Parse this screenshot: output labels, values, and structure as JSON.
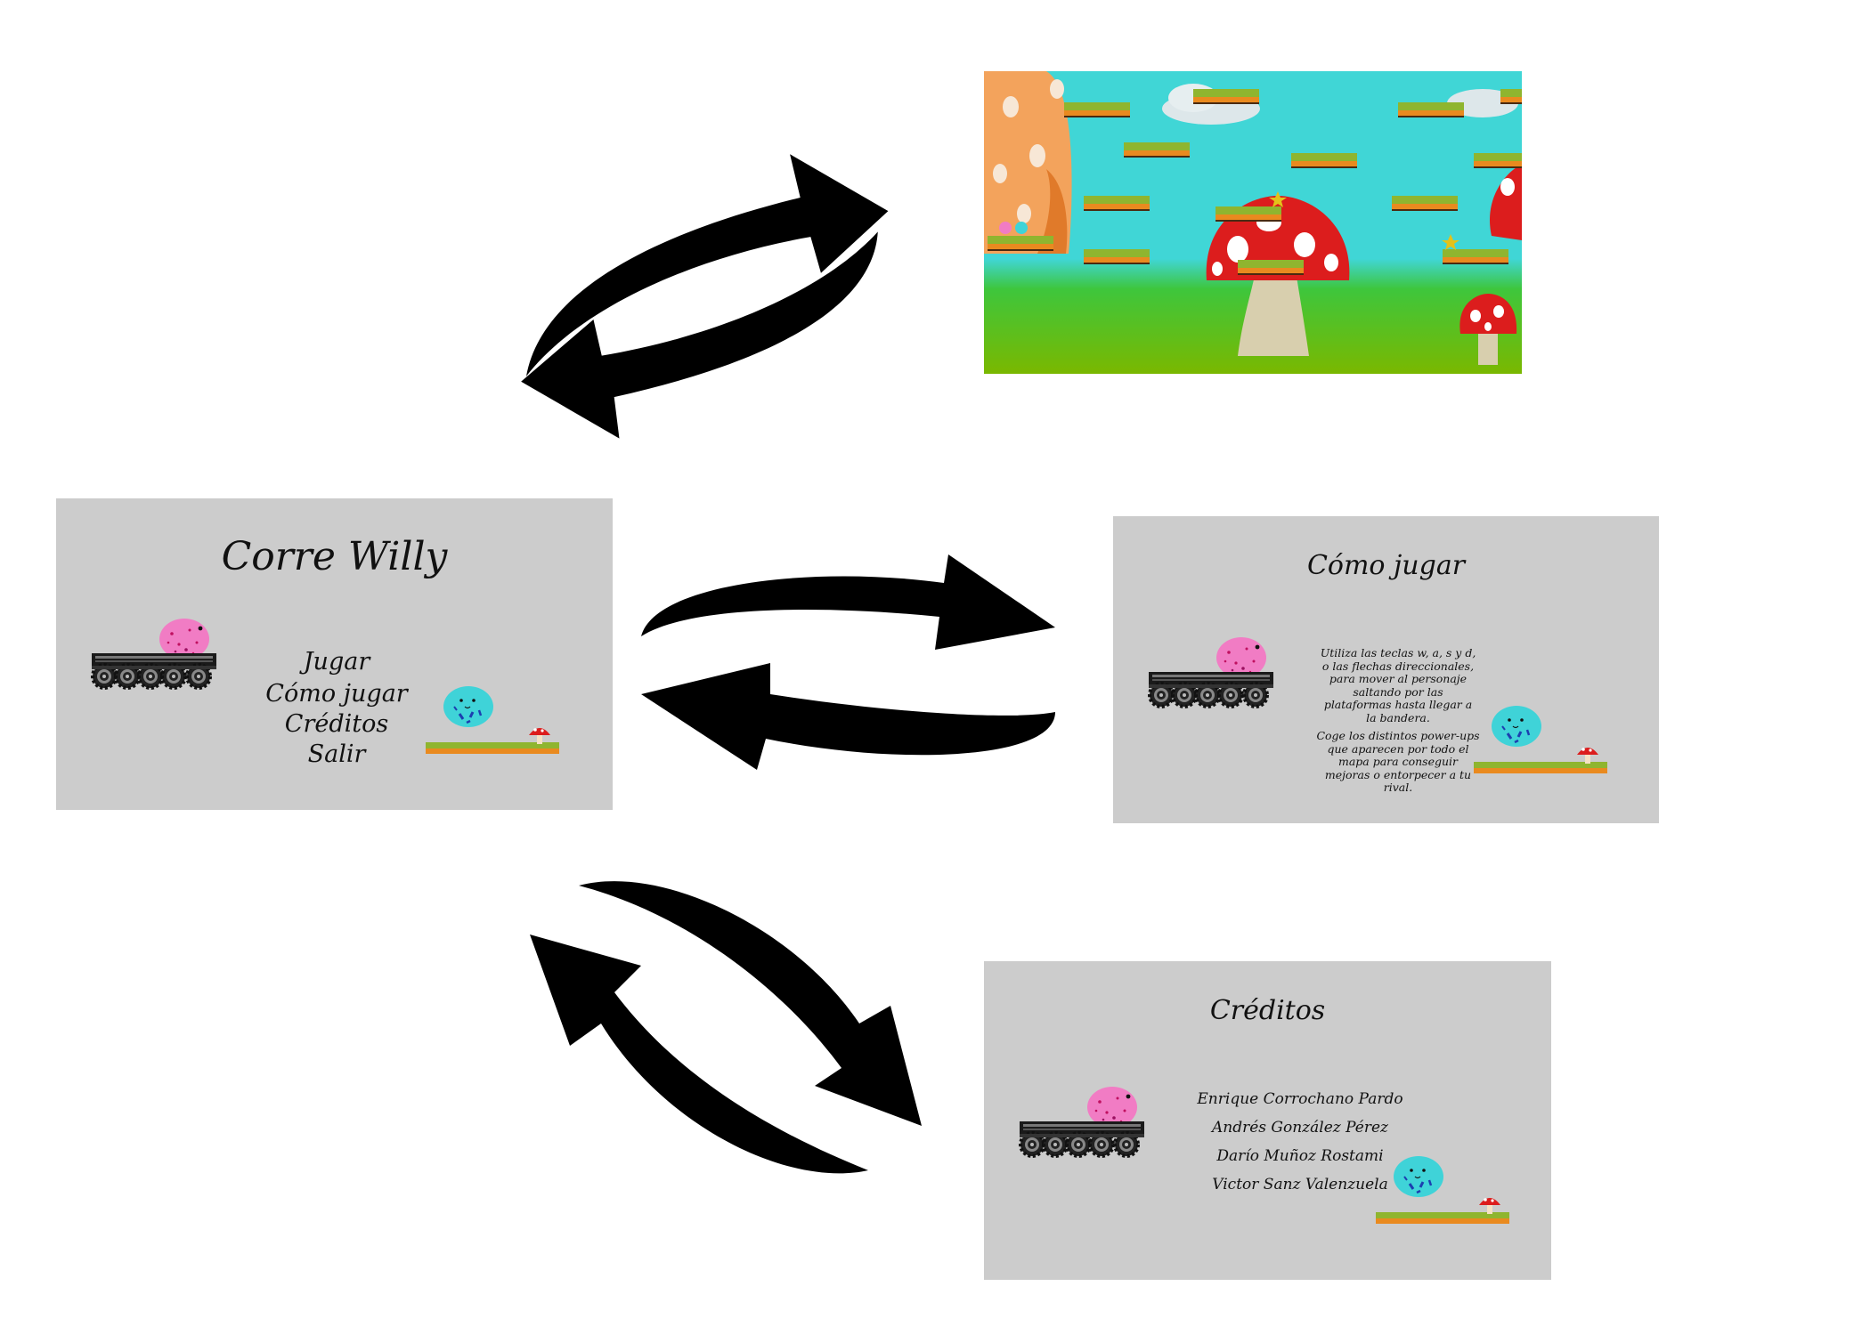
{
  "main_menu": {
    "title": "Corre Willy",
    "items": [
      "Jugar",
      "Cómo jugar",
      "Créditos",
      "Salir"
    ]
  },
  "how_to_play": {
    "title": "Cómo jugar",
    "paragraph1": [
      "Utiliza las teclas w, a, s y d,",
      "o las flechas direccionales,",
      "para mover al personaje",
      "saltando por las",
      "plataformas hasta llegar a",
      "la bandera."
    ],
    "paragraph2": [
      "Coge los distintos power-ups",
      "que aparecen por todo el",
      "mapa para conseguir",
      "mejoras o entorpecer a tu",
      "rival."
    ]
  },
  "credits": {
    "title": "Créditos",
    "names": [
      "Enrique Corrochano Pardo",
      "Andrés González Pérez",
      "Darío Muñoz Rostami",
      "Victor Sanz Valenzuela"
    ]
  },
  "colors": {
    "screen_bg": "#cccccc",
    "pink_character": "#f17cc4",
    "blue_character": "#3fd3d8",
    "sky": "#40d6d6",
    "grass": "#3ec63c",
    "mushroom_red": "#dc1d1d",
    "mushroom_orange": "#f3a35c",
    "platform_green": "#8fb52f",
    "platform_orange": "#e98a1f"
  }
}
